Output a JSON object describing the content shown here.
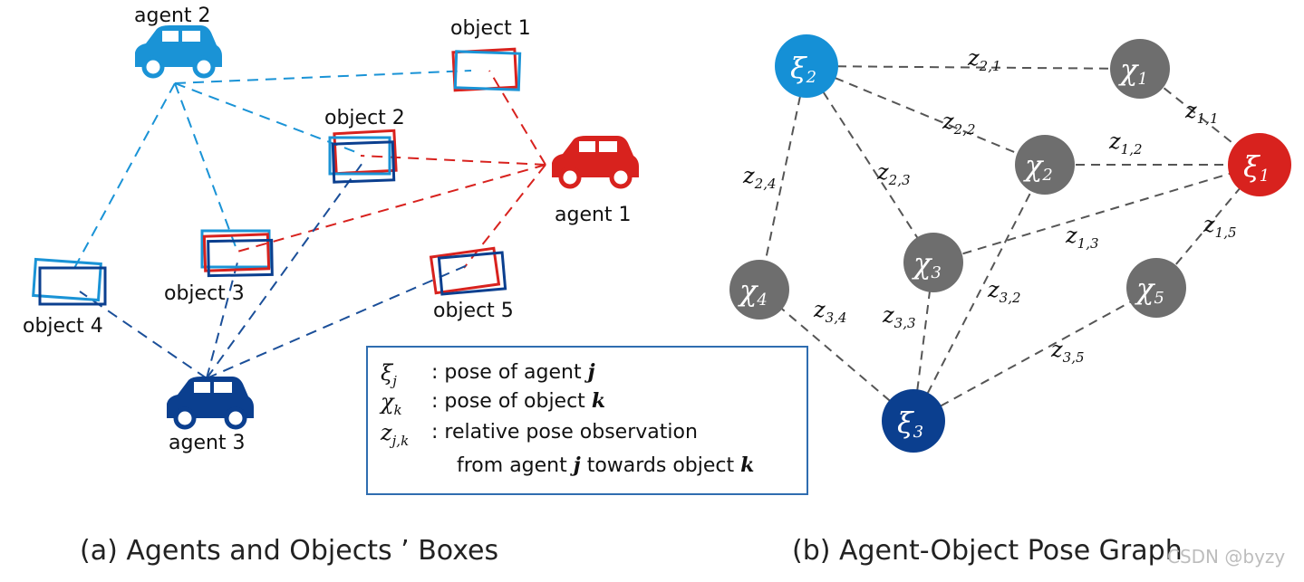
{
  "colors": {
    "red": "#d8221e",
    "light_blue": "#1590d6",
    "mid_blue": "#2f7cc4",
    "dark_blue": "#0b3f8f",
    "gray_node": "#6e6e6e",
    "gray_edge": "#555555"
  },
  "panel_a": {
    "agents": [
      "agent 1",
      "agent 2",
      "agent 3"
    ],
    "objects": [
      "object 1",
      "object 2",
      "object 3",
      "object 4",
      "object 5"
    ],
    "caption": "(a) Agents and Objects ’ Boxes"
  },
  "legend": {
    "rows": [
      {
        "sym": "ξ",
        "sub": "j",
        "text": ": pose of agent ",
        "var": "j"
      },
      {
        "sym": "χ",
        "sub": "k",
        "text": ": pose of object ",
        "var": "k"
      },
      {
        "sym": "z",
        "sub": "j,k",
        "text": ": relative pose observation",
        "var": ""
      }
    ],
    "line4_a": "from agent ",
    "line4_var1": "j",
    "line4_b": " towards object ",
    "line4_var2": "k"
  },
  "panel_b": {
    "nodes": {
      "xi1": {
        "sym": "ξ",
        "sub": "1"
      },
      "xi2": {
        "sym": "ξ",
        "sub": "2"
      },
      "xi3": {
        "sym": "ξ",
        "sub": "3"
      },
      "chi1": {
        "sym": "χ",
        "sub": "1"
      },
      "chi2": {
        "sym": "χ",
        "sub": "2"
      },
      "chi3": {
        "sym": "χ",
        "sub": "3"
      },
      "chi4": {
        "sym": "χ",
        "sub": "4"
      },
      "chi5": {
        "sym": "χ",
        "sub": "5"
      }
    },
    "edges": {
      "z21": "2,1",
      "z22": "2,2",
      "z23": "2,3",
      "z24": "2,4",
      "z11": "1,1",
      "z12": "1,2",
      "z13": "1,3",
      "z15": "1,5",
      "z32": "3,2",
      "z33": "3,3",
      "z34": "3,4",
      "z35": "3,5"
    },
    "edge_symbol": "z",
    "caption": "(b) Agent-Object Pose Graph"
  },
  "watermark": "CSDN @byzy"
}
